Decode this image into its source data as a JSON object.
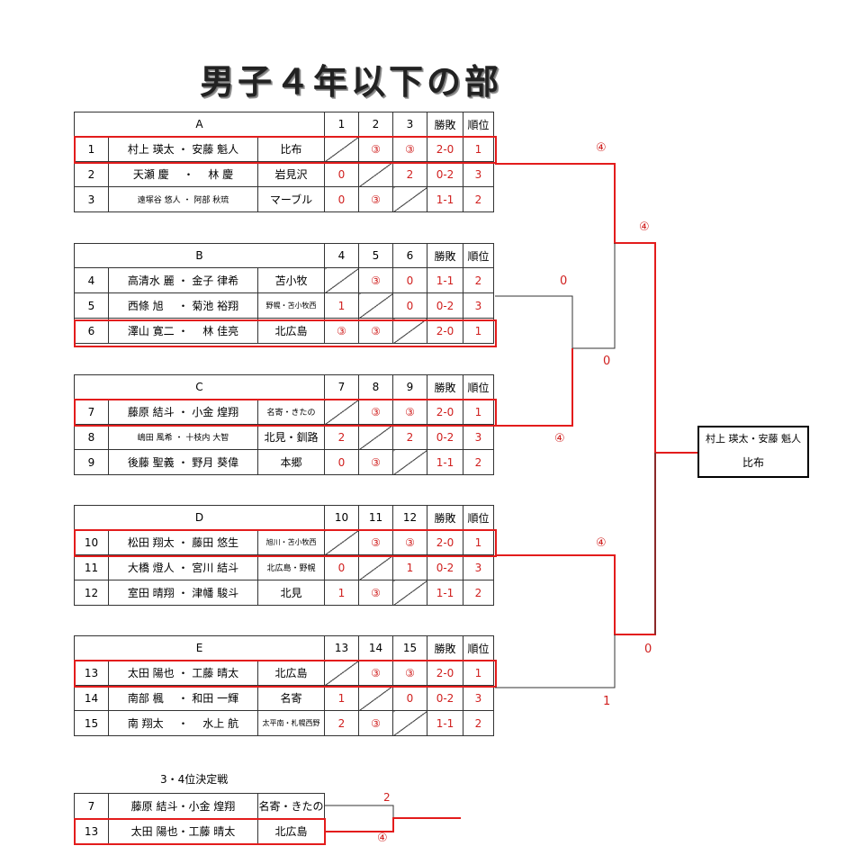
{
  "title": "男子４年以下の部",
  "groups": [
    {
      "name": "A",
      "cols": [
        "1",
        "2",
        "3"
      ],
      "h_wl": "勝敗",
      "h_rank": "順位",
      "rows": [
        {
          "no": "1",
          "names": "村上 瑛太 ・ 安藤 魁人",
          "team": "比布",
          "r": [
            "",
            "③",
            "③"
          ],
          "wl": "2-0",
          "rank": "1"
        },
        {
          "no": "2",
          "names": "天瀬 慶 　・ 　林 慶",
          "team": "岩見沢",
          "r": [
            "0",
            "",
            "2"
          ],
          "wl": "0-2",
          "rank": "3"
        },
        {
          "no": "3",
          "names": "遠塚谷 悠人 ・ 阿部 秋琉",
          "team": "マーブル",
          "r": [
            "0",
            "③",
            ""
          ],
          "wl": "1-1",
          "rank": "2"
        }
      ]
    },
    {
      "name": "B",
      "cols": [
        "4",
        "5",
        "6"
      ],
      "h_wl": "勝敗",
      "h_rank": "順位",
      "rows": [
        {
          "no": "4",
          "names": "高清水 麗 ・ 金子 律希",
          "team": "苫小牧",
          "r": [
            "",
            "③",
            "0"
          ],
          "wl": "1-1",
          "rank": "2"
        },
        {
          "no": "5",
          "names": "西條 旭 　・ 菊池 裕翔",
          "team": "野幌・苫小牧西",
          "r": [
            "1",
            "",
            "0"
          ],
          "wl": "0-2",
          "rank": "3"
        },
        {
          "no": "6",
          "names": "澤山 寛二 ・ 　林 佳亮",
          "team": "北広島",
          "r": [
            "③",
            "③",
            ""
          ],
          "wl": "2-0",
          "rank": "1"
        }
      ]
    },
    {
      "name": "C",
      "cols": [
        "7",
        "8",
        "9"
      ],
      "h_wl": "勝敗",
      "h_rank": "順位",
      "rows": [
        {
          "no": "7",
          "names": "藤原 結斗 ・ 小金 煌翔",
          "team": "名寄・きたの",
          "r": [
            "",
            "③",
            "③"
          ],
          "wl": "2-0",
          "rank": "1"
        },
        {
          "no": "8",
          "names": "嶋田 風希 ・ 十枝内 大智",
          "team": "北見・釧路",
          "r": [
            "2",
            "",
            "2"
          ],
          "wl": "0-2",
          "rank": "3"
        },
        {
          "no": "9",
          "names": "後藤 聖義 ・ 野月 葵偉",
          "team": "本郷",
          "r": [
            "0",
            "③",
            ""
          ],
          "wl": "1-1",
          "rank": "2"
        }
      ]
    },
    {
      "name": "D",
      "cols": [
        "10",
        "11",
        "12"
      ],
      "h_wl": "勝敗",
      "h_rank": "順位",
      "rows": [
        {
          "no": "10",
          "names": "松田 翔太 ・ 藤田 悠生",
          "team": "旭川・苫小牧西",
          "r": [
            "",
            "③",
            "③"
          ],
          "wl": "2-0",
          "rank": "1"
        },
        {
          "no": "11",
          "names": "大橋 燈人 ・ 宮川 結斗",
          "team": "北広島・野幌",
          "r": [
            "0",
            "",
            "1"
          ],
          "wl": "0-2",
          "rank": "3"
        },
        {
          "no": "12",
          "names": "室田 晴翔 ・ 津幡 駿斗",
          "team": "北見",
          "r": [
            "1",
            "③",
            ""
          ],
          "wl": "1-1",
          "rank": "2"
        }
      ]
    },
    {
      "name": "E",
      "cols": [
        "13",
        "14",
        "15"
      ],
      "h_wl": "勝敗",
      "h_rank": "順位",
      "rows": [
        {
          "no": "13",
          "names": "太田 陽也 ・ 工藤 晴太",
          "team": "北広島",
          "r": [
            "",
            "③",
            "③"
          ],
          "wl": "2-0",
          "rank": "1"
        },
        {
          "no": "14",
          "names": "南部 楓 　・ 和田 一輝",
          "team": "名寄",
          "r": [
            "1",
            "",
            "0"
          ],
          "wl": "0-2",
          "rank": "3"
        },
        {
          "no": "15",
          "names": "南 翔太 　・ 　水上 航",
          "team": "太平南・札幌西野",
          "r": [
            "2",
            "③",
            ""
          ],
          "wl": "1-1",
          "rank": "2"
        }
      ]
    }
  ],
  "bracket_scores": {
    "a_top": "④",
    "ab_final": "④",
    "b_score": "0",
    "b_final": "0",
    "c_score": "④",
    "d_score": "④",
    "de_final": "0",
    "e_score": "1"
  },
  "champion": {
    "names": "村上 瑛太・安藤 魁人",
    "team": "比布"
  },
  "third_place": {
    "title": "3・4位決定戦",
    "rows": [
      {
        "no": "7",
        "names": "藤原 結斗・小金 煌翔",
        "team": "名寄・きたの"
      },
      {
        "no": "13",
        "names": "太田 陽也・工藤 晴太",
        "team": "北広島"
      }
    ],
    "score_top": "2",
    "score_bottom": "④"
  }
}
